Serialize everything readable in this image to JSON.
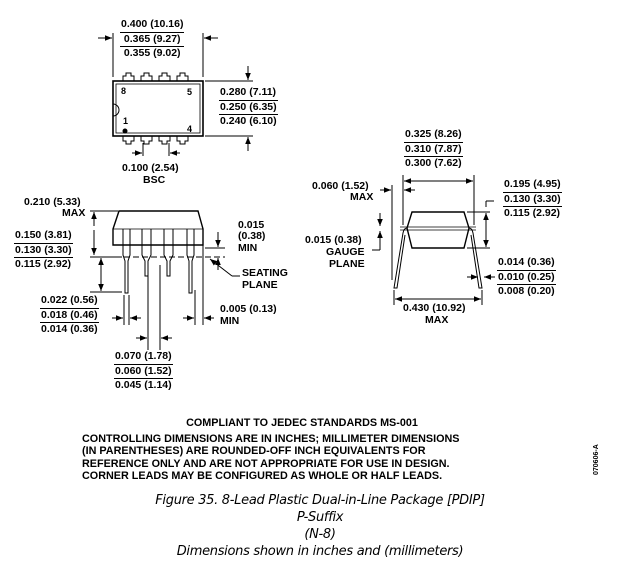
{
  "top_view": {
    "body_length": [
      "0.400 (10.16)",
      "0.365 (9.27)",
      "0.355 (9.02)"
    ],
    "body_width": [
      "0.280 (7.11)",
      "0.250 (6.35)",
      "0.240 (6.10)"
    ],
    "pin_pitch": "0.100 (2.54)",
    "pin_pitch_note": "BSC",
    "pin_labels": {
      "p8": "8",
      "p5": "5",
      "p1": "1",
      "p4": "4"
    }
  },
  "side_view": {
    "overall_height": "0.210 (5.33)",
    "overall_height_note": "MAX",
    "lead_length": [
      "0.150 (3.81)",
      "0.130 (3.30)",
      "0.115 (2.92)"
    ],
    "standoff": [
      "0.015",
      "(0.38)",
      "MIN"
    ],
    "seating_plane": [
      "SEATING",
      "PLANE"
    ],
    "lead_width": [
      "0.022 (0.56)",
      "0.018 (0.46)",
      "0.014 (0.36)"
    ],
    "shoulder_gap": "0.005 (0.13)",
    "shoulder_gap_note": "MIN",
    "shoulder_width": [
      "0.070 (1.78)",
      "0.060 (1.52)",
      "0.045 (1.14)"
    ]
  },
  "end_view": {
    "row_spacing": [
      "0.325 (8.26)",
      "0.310 (7.87)",
      "0.300 (7.62)"
    ],
    "lead_offset": "0.060 (1.52)",
    "lead_offset_note": "MAX",
    "gauge_plane": [
      "0.015 (0.38)",
      "GAUGE",
      "PLANE"
    ],
    "body_height": [
      "0.195 (4.95)",
      "0.130 (3.30)",
      "0.115 (2.92)"
    ],
    "lead_thickness": [
      "0.014 (0.36)",
      "0.010 (0.25)",
      "0.008 (0.20)"
    ],
    "overall_span": "0.430 (10.92)",
    "overall_span_note": "MAX"
  },
  "notes": {
    "title": "COMPLIANT TO JEDEC STANDARDS MS-001",
    "lines": [
      "CONTROLLING DIMENSIONS ARE IN INCHES; MILLIMETER DIMENSIONS",
      "(IN PARENTHESES) ARE ROUNDED-OFF INCH EQUIVALENTS FOR",
      "REFERENCE ONLY AND ARE NOT APPROPRIATE FOR USE IN DESIGN.",
      "CORNER LEADS MAY BE CONFIGURED AS WHOLE OR HALF LEADS."
    ]
  },
  "caption": {
    "line1": "Figure 35. 8-Lead Plastic Dual-in-Line Package [PDIP]",
    "line2": "P-Suffix",
    "line3": "(N-8)",
    "line4": "Dimensions shown in inches and (millimeters)"
  },
  "document_code": "070606-A"
}
